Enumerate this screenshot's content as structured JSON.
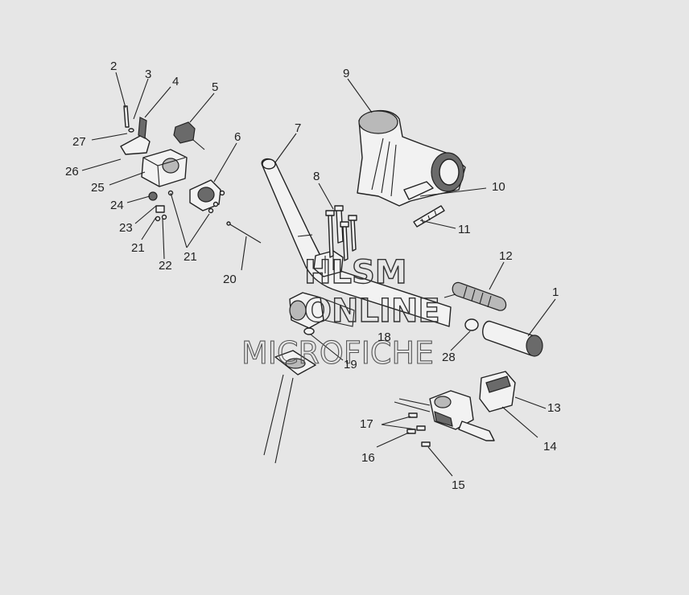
{
  "watermark": {
    "line1": "HLSM",
    "line2": "ONLINE",
    "line3": "MICROFICHE"
  },
  "callouts": [
    {
      "id": "c1",
      "label": "1"
    },
    {
      "id": "c2",
      "label": "2"
    },
    {
      "id": "c3",
      "label": "3"
    },
    {
      "id": "c4",
      "label": "4"
    },
    {
      "id": "c5",
      "label": "5"
    },
    {
      "id": "c6",
      "label": "6"
    },
    {
      "id": "c7",
      "label": "7"
    },
    {
      "id": "c8",
      "label": "8"
    },
    {
      "id": "c9",
      "label": "9"
    },
    {
      "id": "c10",
      "label": "10"
    },
    {
      "id": "c11",
      "label": "11"
    },
    {
      "id": "c12",
      "label": "12"
    },
    {
      "id": "c13",
      "label": "13"
    },
    {
      "id": "c14",
      "label": "14"
    },
    {
      "id": "c15",
      "label": "15"
    },
    {
      "id": "c16",
      "label": "16"
    },
    {
      "id": "c17",
      "label": "17"
    },
    {
      "id": "c18",
      "label": "18"
    },
    {
      "id": "c19",
      "label": "19"
    },
    {
      "id": "c20",
      "label": "20"
    },
    {
      "id": "c21a",
      "label": "21"
    },
    {
      "id": "c21b",
      "label": "21"
    },
    {
      "id": "c22",
      "label": "22"
    },
    {
      "id": "c23",
      "label": "23"
    },
    {
      "id": "c24",
      "label": "24"
    },
    {
      "id": "c25",
      "label": "25"
    },
    {
      "id": "c26",
      "label": "26"
    },
    {
      "id": "c27",
      "label": "27"
    },
    {
      "id": "c28",
      "label": "28"
    }
  ]
}
